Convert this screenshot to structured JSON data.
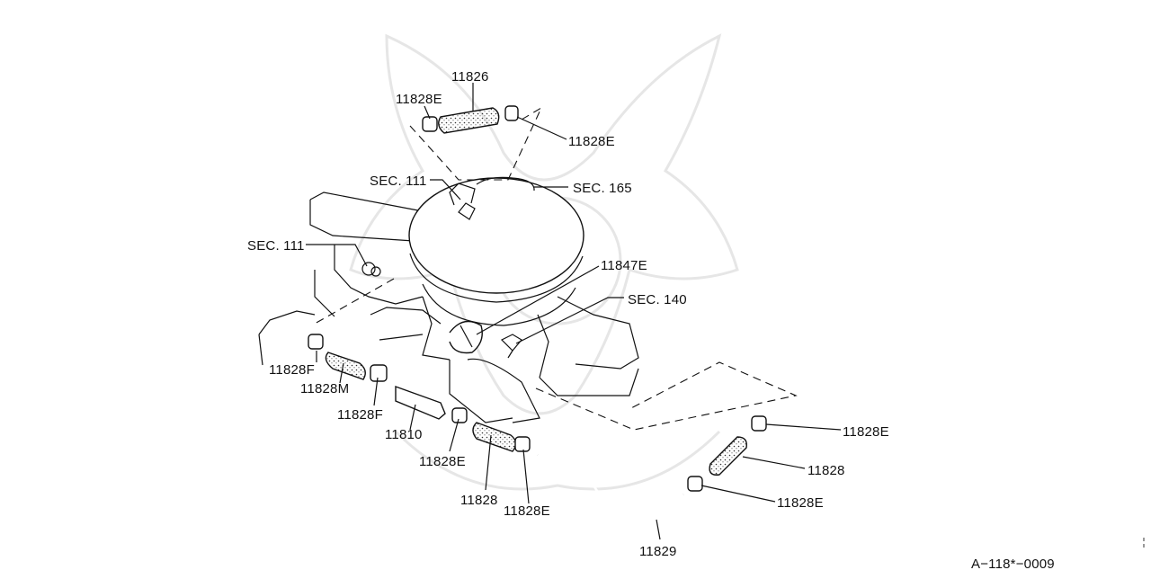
{
  "diagram": {
    "labels": {
      "hose_top": "11826",
      "clamp_top_left": "11828E",
      "clamp_top_right": "11828E",
      "sec_111_top": "SEC. 111",
      "sec_165": "SEC. 165",
      "sec_111_left": "SEC. 111",
      "gasket": "11847E",
      "sec_140": "SEC. 140",
      "clamp_f1": "11828F",
      "hose_m": "11828M",
      "clamp_f2": "11828F",
      "valve": "11810",
      "clamp_e_mid": "11828E",
      "hose_mid": "11828",
      "clamp_e_mid2": "11828E",
      "tube": "11829",
      "clamp_e_right_top": "11828E",
      "hose_right": "11828",
      "clamp_e_right_bot": "11828E"
    },
    "code": "A−118*−0009"
  }
}
